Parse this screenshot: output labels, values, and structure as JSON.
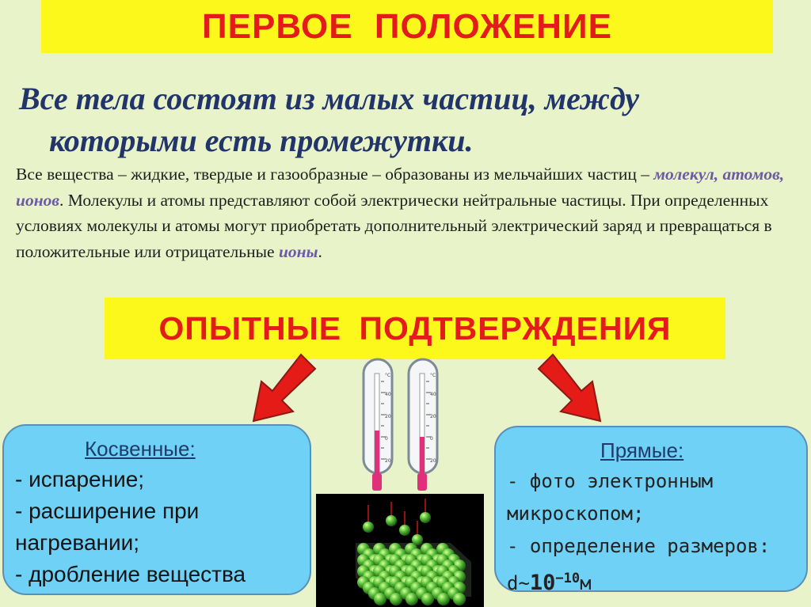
{
  "title": "ПЕРВОЕ  ПОЛОЖЕНИЕ",
  "statement": {
    "line1": "Все тела состоят из малых частиц, между",
    "line2": "которыми есть промежутки."
  },
  "paragraph": {
    "p1": "Все вещества – жидкие, твердые и газообразные – образованы из мельчайших частиц – ",
    "hl1": "молекул, атомов, ионов",
    "p2": ". Молекулы и атомы представляют собой электрически нейтральные частицы. При определенных условиях молекулы и атомы могут приобретать дополнительный электрический заряд и превращаться в положительные или отрицательные ",
    "hl2": "ионы",
    "p3": "."
  },
  "experiments_title": "ОПЫТНЫЕ  ПОДТВЕРЖДЕНИЯ",
  "indirect": {
    "heading": "Косвенные:",
    "items": [
      " - испарение;",
      "- расширение при нагревании;",
      "- дробление вещества"
    ]
  },
  "direct": {
    "heading": "Прямые:",
    "item1": " - фото электронным микроскопом;",
    "item2_prefix": "- определение размеров: d~",
    "item2_base": "10",
    "item2_exp": "−10",
    "item2_unit": "м"
  },
  "thermometer_scale": [
    "°C",
    "40",
    "20",
    "0",
    "20"
  ],
  "colors": {
    "background": "#e9f3c9",
    "banner": "#fcf81c",
    "title_red": "#e31b1b",
    "box_blue": "#6fd1f6",
    "statement_blue": "#22356b",
    "highlight_purple": "#6d5aa6"
  },
  "icons": [
    "arrow-down-left-icon",
    "arrow-down-right-icon",
    "thermometer-icon",
    "crystal-lattice-icon"
  ]
}
